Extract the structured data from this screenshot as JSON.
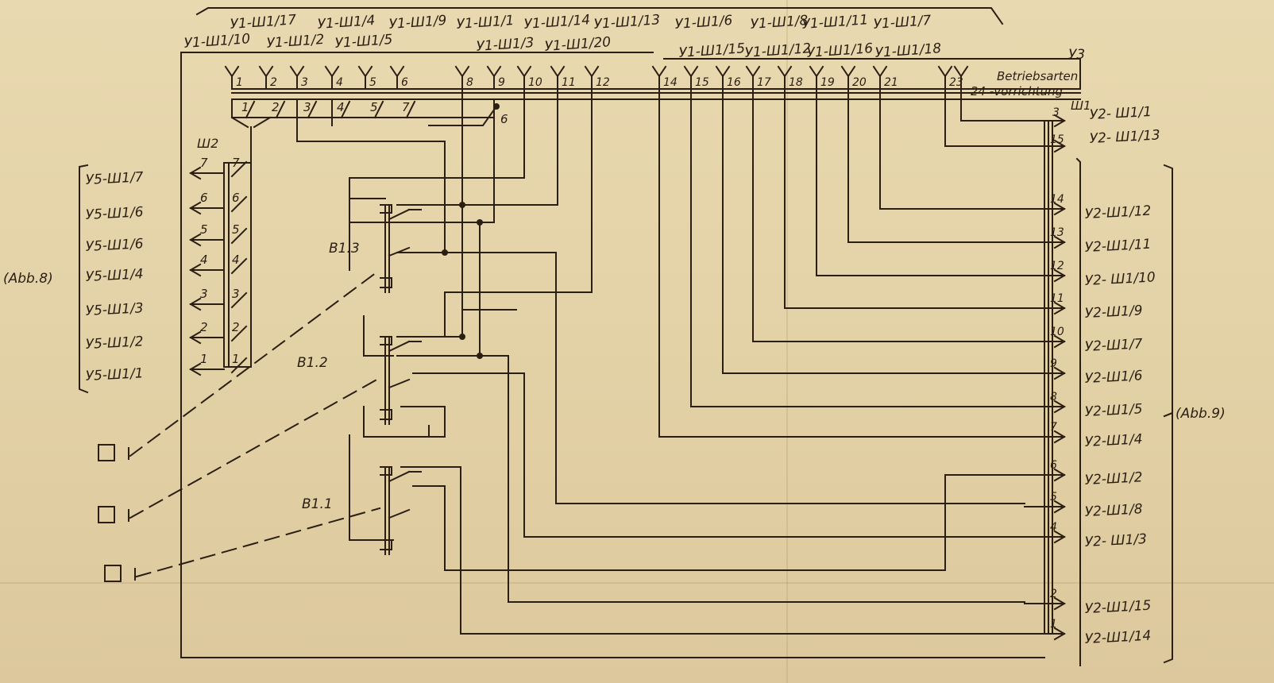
{
  "top_labels": [
    {
      "text": "У1-Ш1/17"
    },
    {
      "text": "У1-Ш1/4"
    },
    {
      "text": "У1-Ш1/9"
    },
    {
      "text": "У1-Ш1/1"
    },
    {
      "text": "У1-Ш1/14"
    },
    {
      "text": "У1-Ш1/13"
    },
    {
      "text": "У1-Ш1/6"
    },
    {
      "text": "У1-Ш1/8"
    },
    {
      "text": "У1-Ш1/11"
    },
    {
      "text": "У1-Ш1/7"
    },
    {
      "text": "У1-Ш1/10"
    },
    {
      "text": "У1-Ш1/2"
    },
    {
      "text": "У1-Ш1/5"
    },
    {
      "text": "У1-Ш1/3"
    },
    {
      "text": "У1-Ш1/20"
    },
    {
      "text": "У1-Ш1/15"
    },
    {
      "text": "У1-Ш1/12"
    },
    {
      "text": "У1-Ш1/16"
    },
    {
      "text": "У1-Ш1/18"
    }
  ],
  "block_label": "У3",
  "mode_device": {
    "line1": "Betriebsarten",
    "line2": "24 -vorrichtung"
  },
  "connector_w1_label": "Ш1",
  "connector_w2_label": "Ш2",
  "pin_numbers": [
    "1",
    "2",
    "3",
    "4",
    "5",
    "6",
    "8",
    "9",
    "10",
    "11",
    "12",
    "14",
    "15",
    "16",
    "17",
    "18",
    "19",
    "20",
    "21",
    "23"
  ],
  "inner_numbers": [
    "1",
    "2",
    "3",
    "4",
    "5",
    "7",
    "6"
  ],
  "left_labels": [
    {
      "text": "У5-Ш1/7"
    },
    {
      "text": "У5-Ш1/6"
    },
    {
      "text": "У5-Ш1/6"
    },
    {
      "text": "У5-Ш1/4"
    },
    {
      "text": "У5-Ш1/3"
    },
    {
      "text": "У5-Ш1/2"
    },
    {
      "text": "У5-Ш1/1"
    }
  ],
  "w2_pins": [
    "7",
    "6",
    "5",
    "4",
    "3",
    "2",
    "1"
  ],
  "abb8_label": "(Abb.8)",
  "abb9_label": "(Abb.9)",
  "switches": [
    {
      "label": "B1.3"
    },
    {
      "label": "B1.2"
    },
    {
      "label": "B1.1"
    }
  ],
  "right_top_labels": [
    {
      "num": "3",
      "text": "У2- Ш1/1"
    },
    {
      "num": "15",
      "text": "У2- Ш1/13"
    }
  ],
  "right_labels": [
    {
      "num": "14",
      "text": "У2-Ш1/12"
    },
    {
      "num": "13",
      "text": "У2-Ш1/11"
    },
    {
      "num": "12",
      "text": "У2- Ш1/10"
    },
    {
      "num": "11",
      "text": "У2-Ш1/9"
    },
    {
      "num": "10",
      "text": "У2-Ш1/7"
    },
    {
      "num": "9",
      "text": "У2-Ш1/6"
    },
    {
      "num": "8",
      "text": "У2-Ш1/5"
    },
    {
      "num": "7",
      "text": "У2-Ш1/4"
    },
    {
      "num": "6",
      "text": "У2-Ш1/2"
    },
    {
      "num": "5",
      "text": "У2-Ш1/8"
    },
    {
      "num": "4",
      "text": "У2- Ш1/3"
    },
    {
      "num": "2",
      "text": "У2-Ш1/15"
    },
    {
      "num": "1",
      "text": "У2-Ш1/14"
    }
  ],
  "colors": {
    "ink": "#2a1f12",
    "paper": "#e7d6ad"
  }
}
